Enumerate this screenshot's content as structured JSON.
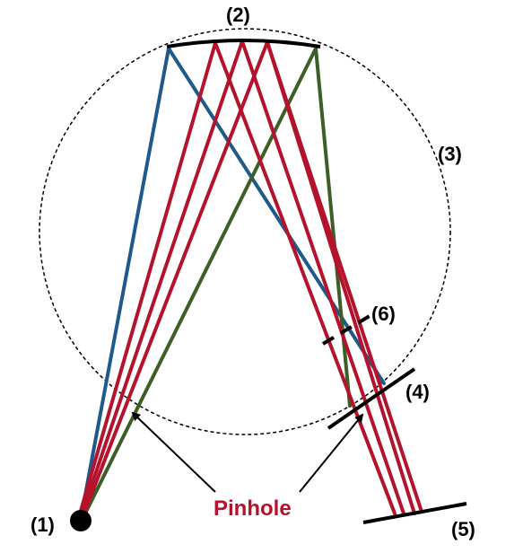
{
  "labels": {
    "source": "(1)",
    "grating": "(2)",
    "rowland_circle": "(3)",
    "exit_element": "(4)",
    "detector": "(5)",
    "slit": "(6)",
    "pinhole": "Pinhole"
  },
  "colors": {
    "blue_ray": "#1f5a8a",
    "red_ray": "#b5122d",
    "green_ray": "#3d5e27",
    "outline": "#000000",
    "pinhole_text": "#b5122d"
  }
}
